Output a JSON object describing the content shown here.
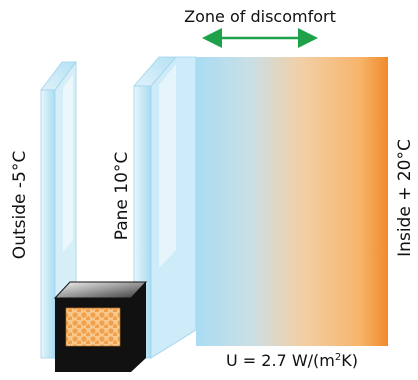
{
  "labels": {
    "zone": "Zone of discomfort",
    "outside": "Outside -5°C",
    "pane": "Pane 10°C",
    "inside": "Inside + 20°C",
    "u_prefix": "U = 2.7 W/(m",
    "u_sup": "2",
    "u_suffix": "K)"
  },
  "colors": {
    "glass_light": "#e9f6fc",
    "glass_face": "#bfe6f6",
    "glass_edge": "#8ccde9",
    "room_cold": "#a9dcf2",
    "room_warm": "#f6b56c",
    "room_hot": "#f08a2a",
    "arrow": "#1fa14a",
    "spacer_dark": "#111111",
    "desiccant": "#f2a049"
  }
}
